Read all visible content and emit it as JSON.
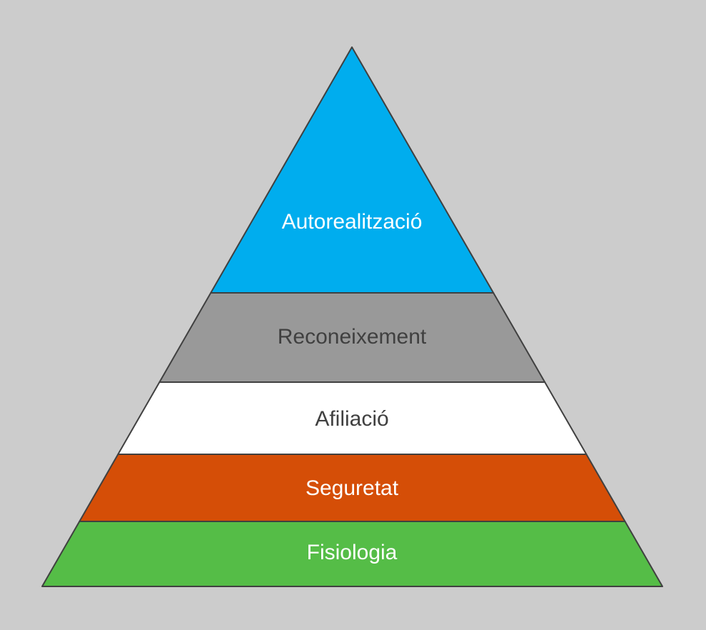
{
  "title": "Pyramid diagram",
  "colors": {
    "background": "#cccccc",
    "outline": "#404040"
  },
  "levels": [
    {
      "label": "Autorealització",
      "fill": "#00adee",
      "text_color": "#ffffff"
    },
    {
      "label": "Reconeixement",
      "fill": "#999999",
      "text_color": "#404040"
    },
    {
      "label": "Afiliació",
      "fill": "#ffffff",
      "text_color": "#404040"
    },
    {
      "label": "Seguretat",
      "fill": "#d54e07",
      "text_color": "#ffffff"
    },
    {
      "label": "Fisiologia",
      "fill": "#55bd47",
      "text_color": "#ffffff"
    }
  ]
}
